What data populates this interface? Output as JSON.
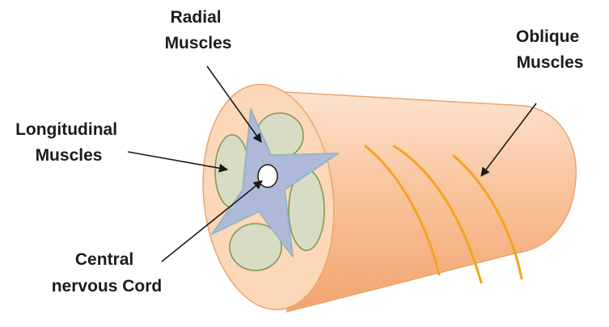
{
  "diagram": {
    "labels": {
      "radial": [
        "Radial",
        "Muscles"
      ],
      "oblique": [
        "Oblique",
        "Muscles"
      ],
      "longitudinal": [
        "Longitudinal",
        "Muscles"
      ],
      "central": [
        "Central",
        "nervous Cord"
      ]
    },
    "colors": {
      "cylinder_light": "#fde3cf",
      "cylinder_mid": "#f9c49c",
      "cylinder_dark": "#f1a46d",
      "cylinder_outline": "#e8a56f",
      "end_face": "#fcd7b8",
      "longitudinal_fill": "#d8dcc4",
      "longitudinal_outline": "#7f9a58",
      "radial_fill": "#aeb8d8",
      "radial_outline": "#8eb6c2",
      "cord_fill": "#ffffff",
      "oblique_stroke": "#f2a41e",
      "arrow": "#1a1a1a"
    }
  }
}
